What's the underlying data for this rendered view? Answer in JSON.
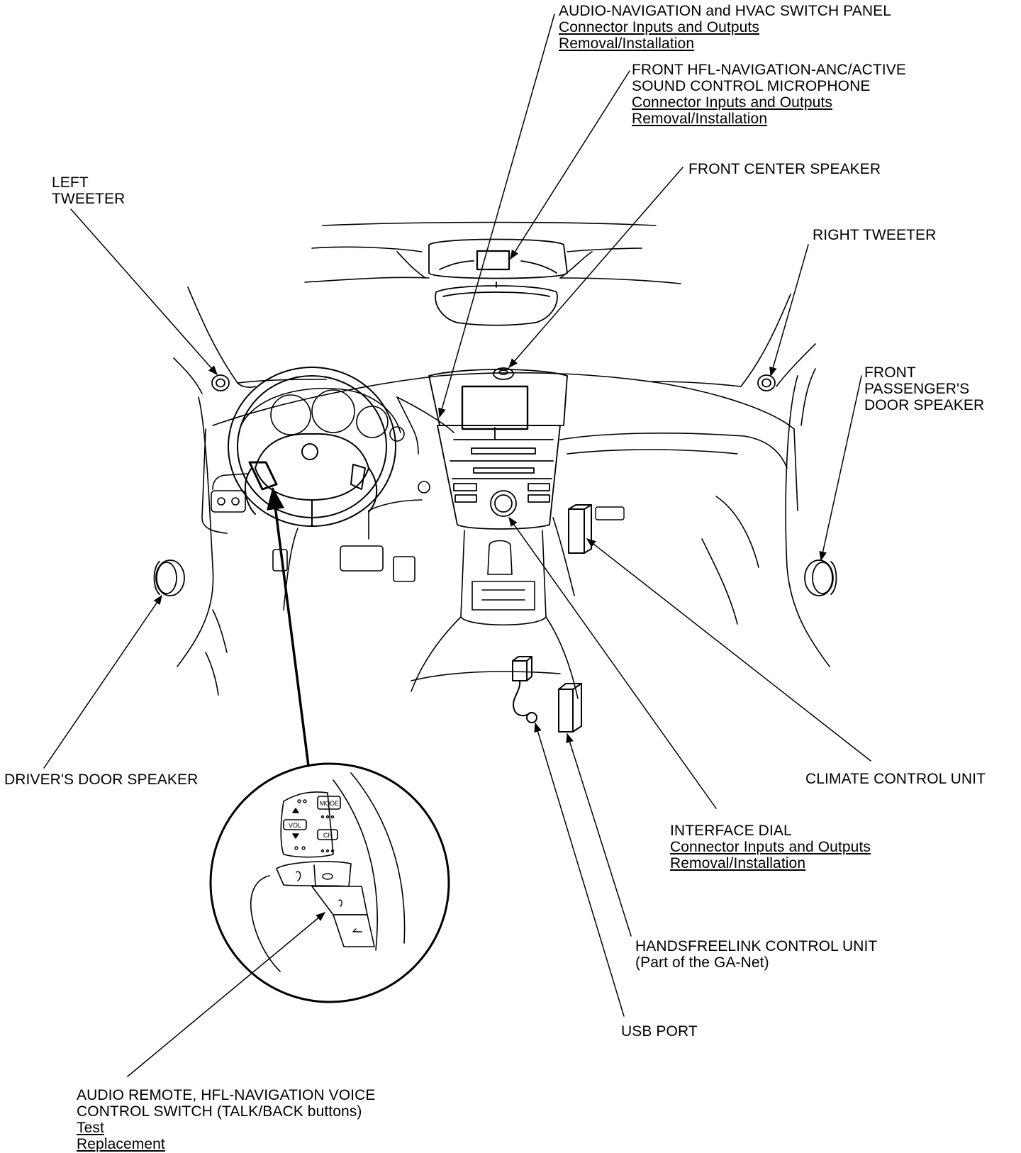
{
  "labels": {
    "audio_nav_hvac": {
      "title": "AUDIO-NAVIGATION and HVAC SWITCH PANEL",
      "link1": "Connector Inputs and Outputs",
      "link2": "Removal/Installation"
    },
    "microphone": {
      "title1": "FRONT HFL-NAVIGATION-ANC/ACTIVE",
      "title2": "SOUND CONTROL MICROPHONE",
      "link1": "Connector Inputs and Outputs",
      "link2": "Removal/Installation"
    },
    "front_center_speaker": {
      "title": "FRONT CENTER SPEAKER"
    },
    "left_tweeter": {
      "title1": "LEFT",
      "title2": "TWEETER"
    },
    "right_tweeter": {
      "title": "RIGHT TWEETER"
    },
    "front_passenger_door_speaker": {
      "title1": "FRONT",
      "title2": "PASSENGER'S",
      "title3": "DOOR SPEAKER"
    },
    "drivers_door_speaker": {
      "title": "DRIVER'S DOOR SPEAKER"
    },
    "climate_control_unit": {
      "title": "CLIMATE CONTROL UNIT"
    },
    "interface_dial": {
      "title": "INTERFACE DIAL",
      "link1": "Connector Inputs and Outputs",
      "link2": "Removal/Installation"
    },
    "handsfreelink_unit": {
      "title": "HANDSFREELINK CONTROL UNIT",
      "subtitle": "(Part of the GA-Net)"
    },
    "usb_port": {
      "title": "USB PORT"
    },
    "audio_remote_switch": {
      "title1": "AUDIO REMOTE, HFL-NAVIGATION VOICE",
      "title2": "CONTROL SWITCH (TALK/BACK buttons)",
      "link1": "Test",
      "link2": "Replacement"
    }
  },
  "switch_buttons": {
    "mode": "MODE",
    "vol": "VOL",
    "ch": "CH"
  }
}
